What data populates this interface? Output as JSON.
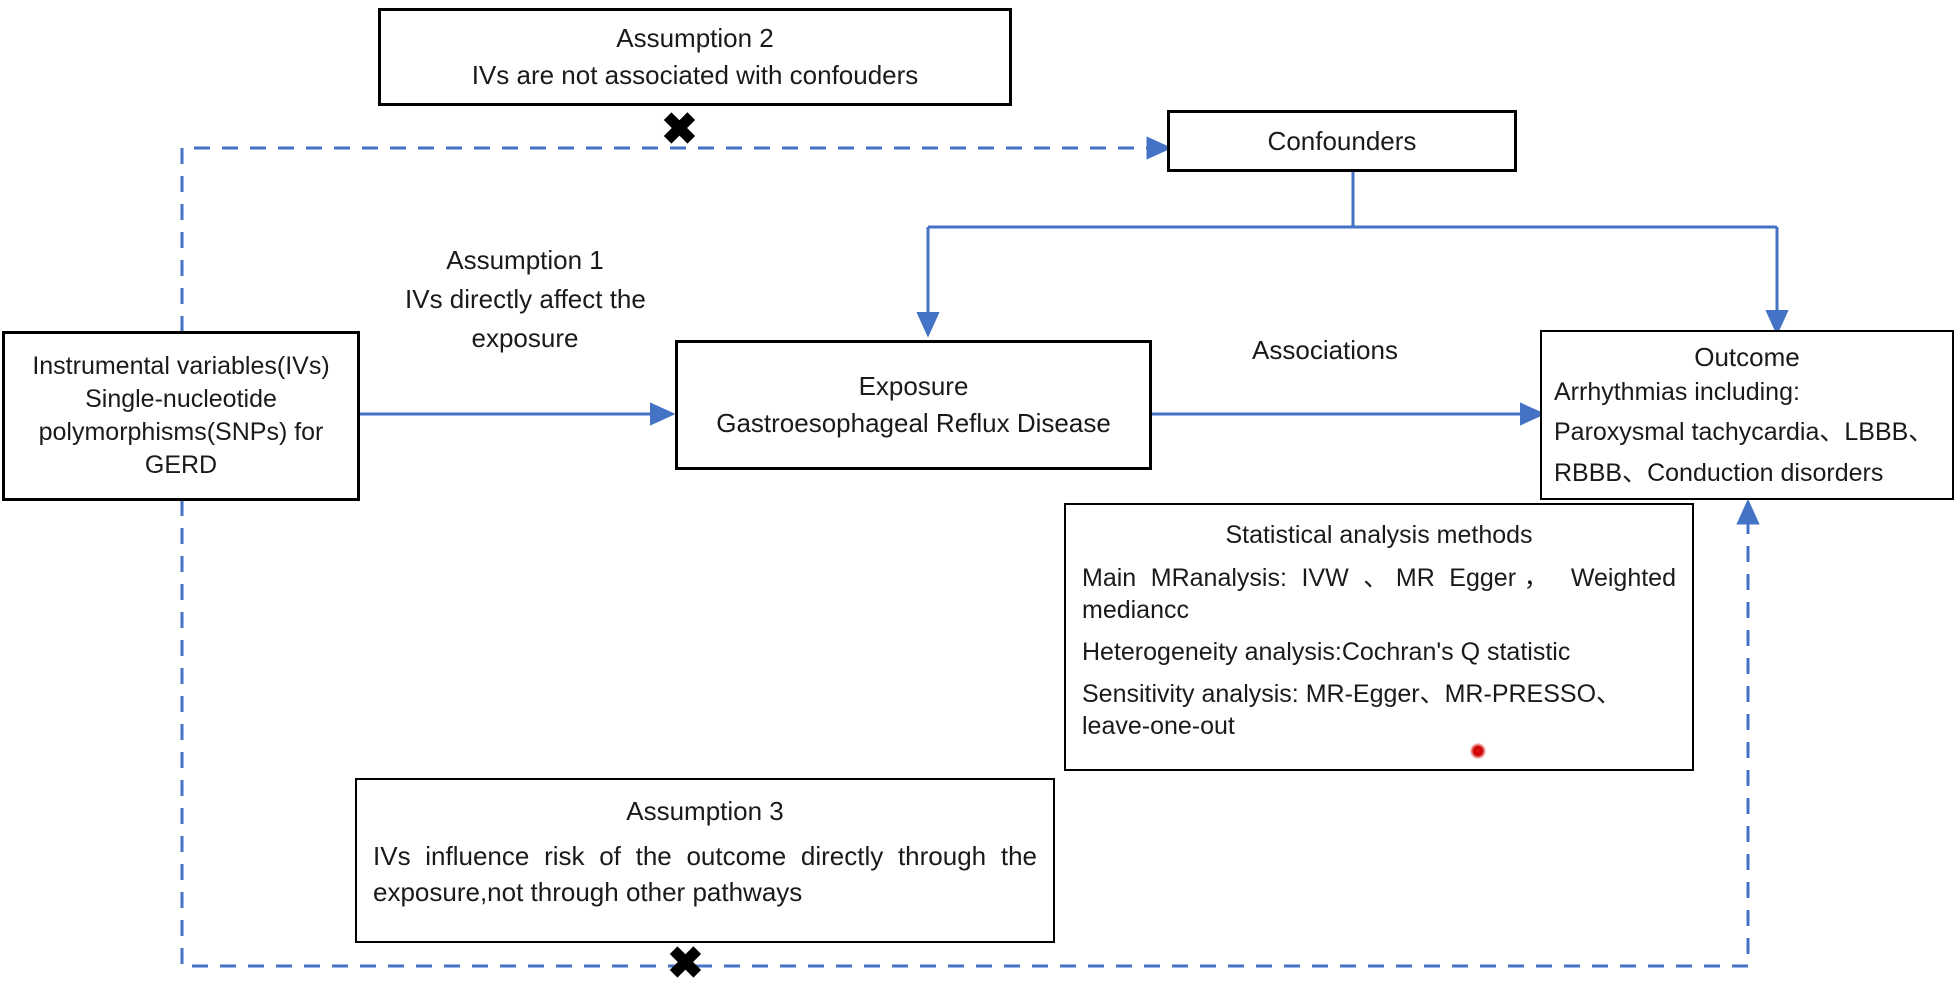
{
  "figure": {
    "title": "Mendelian randomization study design flow diagram",
    "accent_line_color": "#4472C4",
    "box_border_color": "#000000",
    "dashed_line_color": "#4472C4",
    "x_marker_color": "#000000",
    "cursor_dot_color": "#cc0000"
  },
  "boxes": {
    "assumption2": {
      "title": "Assumption 2",
      "line1": "IVs are not associated with confouders"
    },
    "confounders": {
      "label": "Confounders"
    },
    "instrumental_variables": {
      "line1": "Instrumental variables(IVs)",
      "line2": "Single-nucleotide",
      "line3": "polymorphisms(SNPs) for",
      "line4": "GERD"
    },
    "exposure": {
      "title": "Exposure",
      "line1": "Gastroesophageal Reflux Disease"
    },
    "outcome": {
      "title": "Outcome",
      "line1": "Arrhythmias including:",
      "line2": "Paroxysmal tachycardia、LBBB、",
      "line3": "RBBB、Conduction disorders"
    },
    "statistical_methods": {
      "title": "Statistical analysis methods",
      "line1": "Main MRanalysis: IVW 、MR Egger， Weighted mediancc",
      "line2": "Heterogeneity analysis:Cochran's Q statistic",
      "line3": "Sensitivity analysis: MR-Egger、MR-PRESSO、leave-one-out"
    },
    "assumption3": {
      "title": "Assumption 3",
      "line1": "IVs influence risk of the outcome directly through the exposure,not through other pathways"
    }
  },
  "labels": {
    "assumption1_title": "Assumption 1",
    "assumption1_line1": "IVs directly affect the",
    "assumption1_line2": "exposure",
    "associations": "Associations"
  },
  "markers": {
    "x_top": "✖",
    "x_bottom": "✖"
  }
}
